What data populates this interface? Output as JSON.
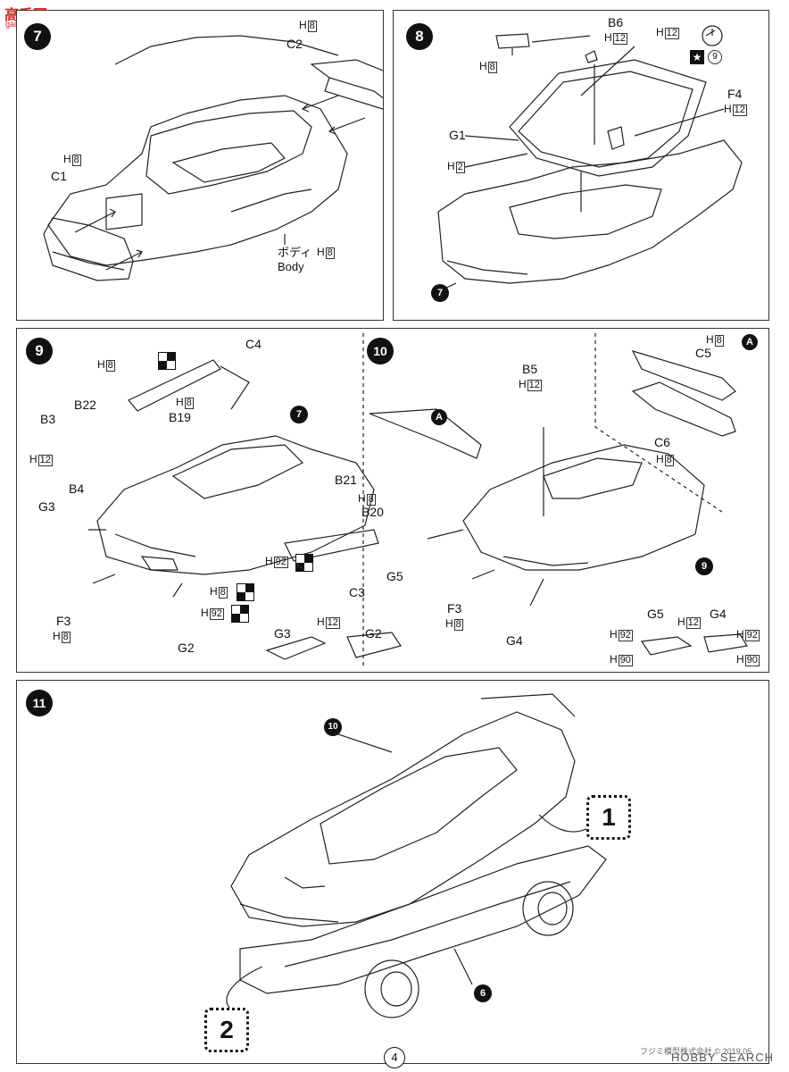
{
  "watermark": {
    "brand": "高手网",
    "domain": "gao-shou.com"
  },
  "step7": {
    "number": "7",
    "labels": {
      "c1": "C1",
      "c2": "C2",
      "body_jp": "ボディ",
      "body_en": "Body"
    },
    "hcodes": {
      "c1": "8",
      "c2": "8",
      "body": "8"
    }
  },
  "step8": {
    "number": "8",
    "ref": "7",
    "labels": {
      "b6": "B6",
      "g1": "G1",
      "f4": "F4",
      "star_ref": "9"
    },
    "hcodes": {
      "b6_top": "12",
      "b6_left": "8",
      "h12_mid": "12",
      "g1": "2",
      "f4": "12"
    }
  },
  "step9": {
    "number": "9",
    "ref": "7",
    "labels": {
      "c4": "C4",
      "b22": "B22",
      "b19": "B19",
      "b3": "B3",
      "b4": "B4",
      "g3": "G3",
      "b21": "B21",
      "b20": "B20",
      "c3": "C3",
      "f3": "F3",
      "g2": "G2",
      "g3b": "G3",
      "g2b": "G2"
    },
    "hcodes": {
      "c4": "8",
      "b19": "8",
      "b3": "12",
      "b20": "8",
      "c3": "92",
      "g2a": "8",
      "g2b": "92",
      "f3": "8",
      "g3g2": "12"
    }
  },
  "step10": {
    "number": "10",
    "ref": "9",
    "markers": {
      "a1": "A",
      "a2": "A"
    },
    "labels": {
      "b5": "B5",
      "c5": "C5",
      "c6": "C6",
      "g5": "G5",
      "f3": "F3",
      "g4": "G4",
      "g5b": "G5",
      "g4b": "G4"
    },
    "hcodes": {
      "b5": "12",
      "c5": "8",
      "c6": "8",
      "f3": "8",
      "g5g4": "12",
      "g5_92": "92",
      "g5_90": "90",
      "g4_92": "92",
      "g4_90": "90"
    }
  },
  "step11": {
    "number": "11",
    "refs": {
      "body": "10",
      "chassis": "6"
    },
    "callouts": {
      "one": "1",
      "two": "2"
    }
  },
  "footer": {
    "page": "4",
    "credit": "フジミ模型株式会社 © 2019.05",
    "source": "HOBBY SEARCH"
  }
}
